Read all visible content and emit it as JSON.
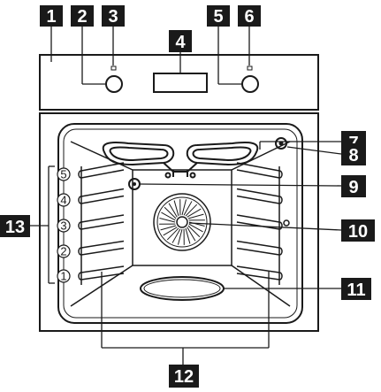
{
  "callouts": [
    {
      "id": "1",
      "label": "1"
    },
    {
      "id": "2",
      "label": "2"
    },
    {
      "id": "3",
      "label": "3"
    },
    {
      "id": "4",
      "label": "4"
    },
    {
      "id": "5",
      "label": "5"
    },
    {
      "id": "6",
      "label": "6"
    },
    {
      "id": "7",
      "label": "7"
    },
    {
      "id": "8",
      "label": "8"
    },
    {
      "id": "9",
      "label": "9"
    },
    {
      "id": "10",
      "label": "10"
    },
    {
      "id": "11",
      "label": "11"
    },
    {
      "id": "12",
      "label": "12"
    },
    {
      "id": "13",
      "label": "13"
    }
  ],
  "shelf_levels": [
    "1",
    "2",
    "3",
    "4",
    "5"
  ],
  "colors": {
    "callout_fill": "#1a1a1a",
    "callout_text": "#ffffff",
    "line": "#1a1a1a",
    "background": "#ffffff"
  }
}
